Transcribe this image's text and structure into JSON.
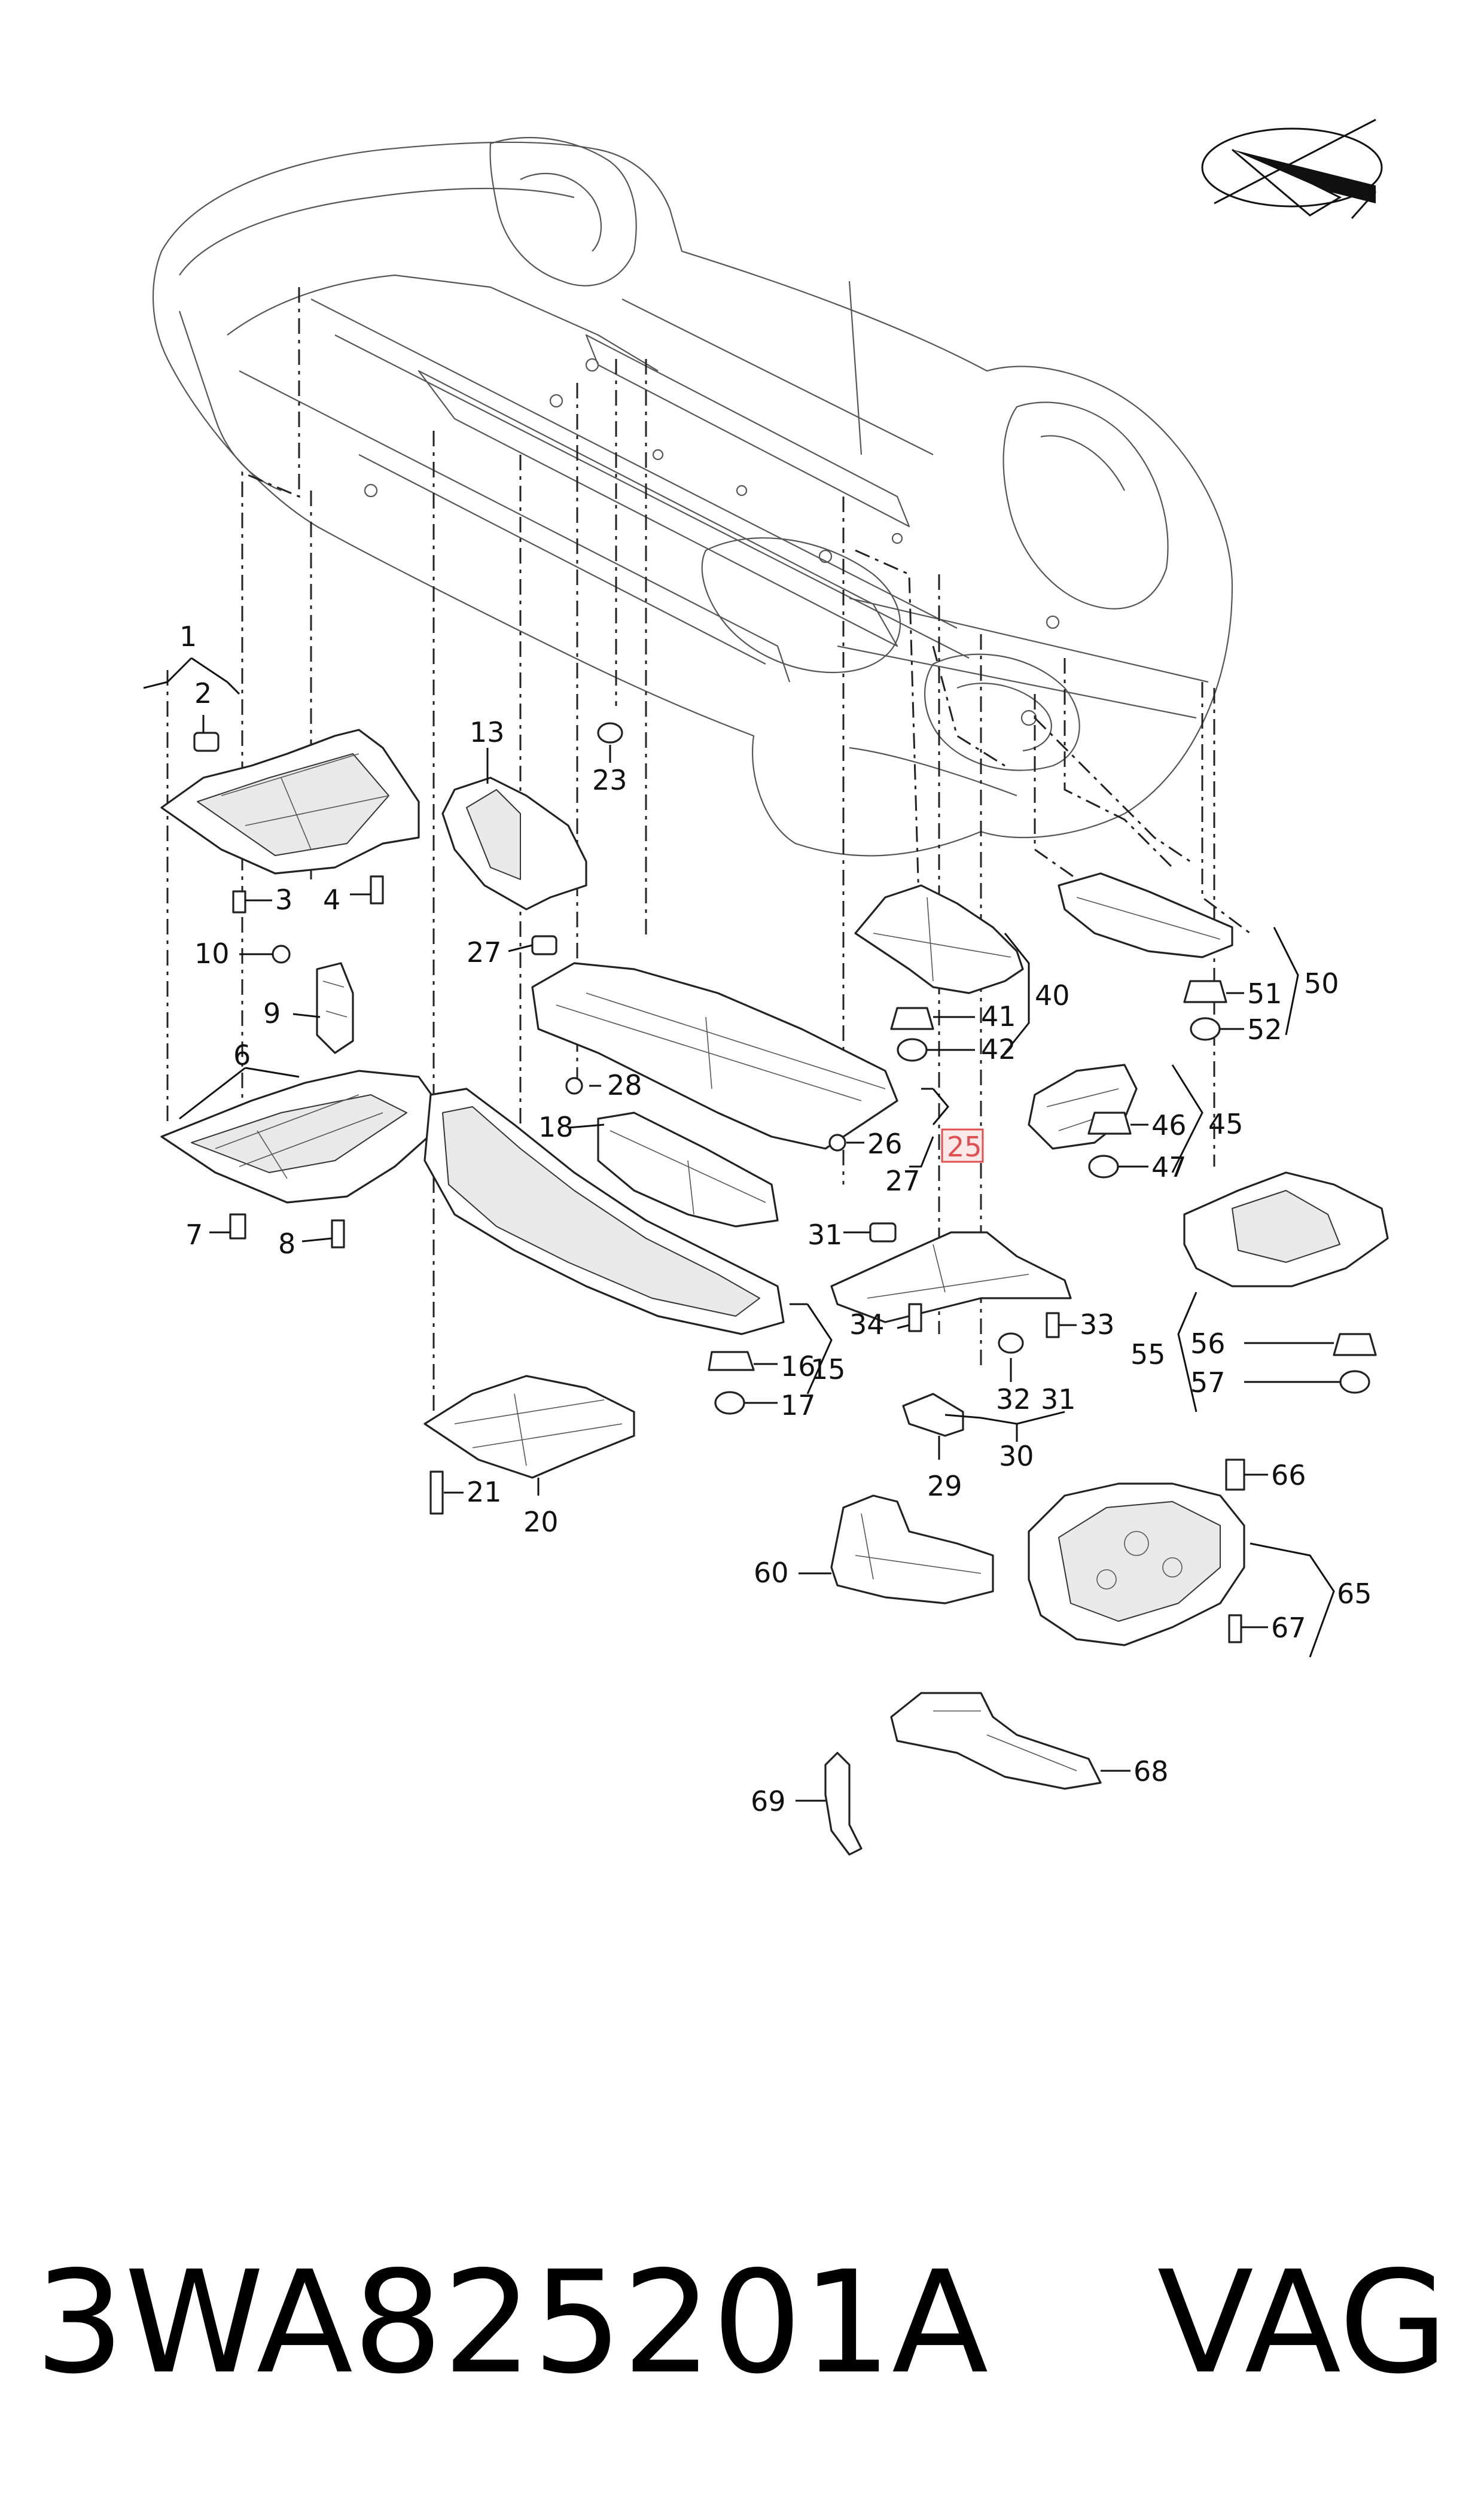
{
  "diagram": {
    "callouts": {
      "c1": "1",
      "c2": "2",
      "c3": "3",
      "c4": "4",
      "c6": "6",
      "c7": "7",
      "c8": "8",
      "c9": "9",
      "c10": "10",
      "c13": "13",
      "c15": "15",
      "c16": "16",
      "c17": "17",
      "c18": "18",
      "c20": "20",
      "c21": "21",
      "c23": "23",
      "c25": "25",
      "c26": "26",
      "c27a": "27",
      "c27b": "27",
      "c28": "28",
      "c29": "29",
      "c30": "30",
      "c31a": "31",
      "c31b": "31",
      "c32": "32",
      "c33": "33",
      "c34": "34",
      "c40": "40",
      "c41": "41",
      "c42": "42",
      "c45": "45",
      "c46": "46",
      "c47": "47",
      "c50": "50",
      "c51": "51",
      "c52": "52",
      "c55": "55",
      "c56": "56",
      "c57": "57",
      "c60": "60",
      "c65": "65",
      "c66": "66",
      "c67": "67",
      "c68": "68",
      "c69": "69"
    },
    "highlighted_callout": "25",
    "highlight_color": "#e05050"
  },
  "footer": {
    "part_number": "3WA825201A",
    "brand": "VAG"
  }
}
